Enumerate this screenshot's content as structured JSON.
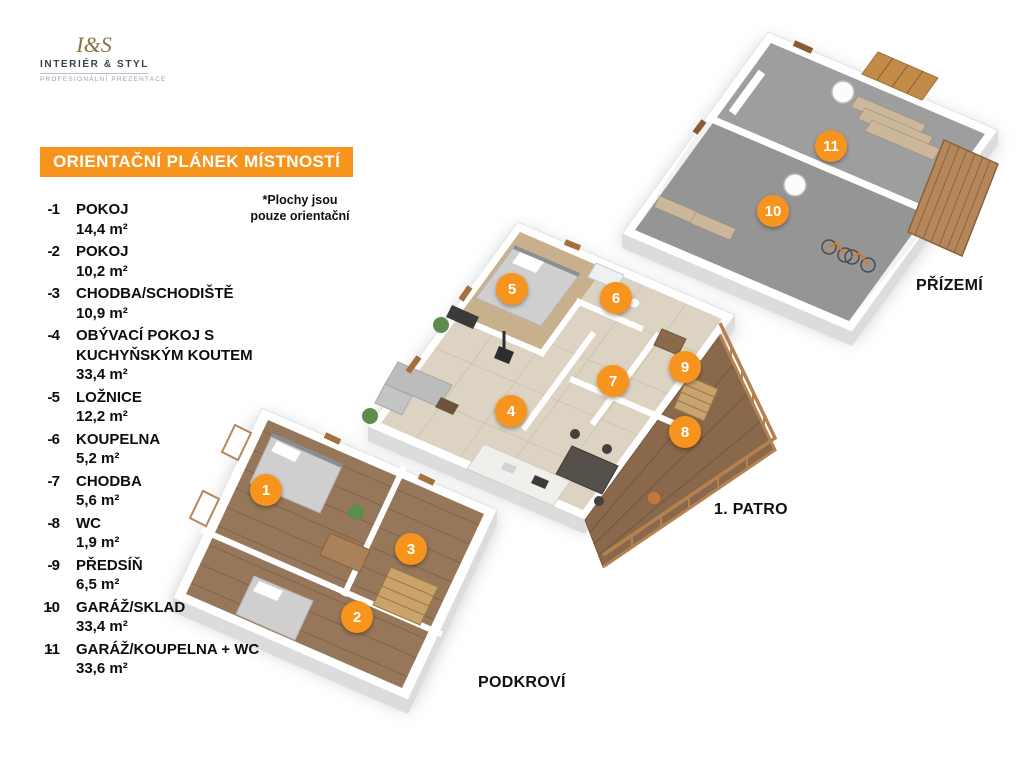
{
  "logo": {
    "monogram": "I&S",
    "name": "INTERIÉR & STYL",
    "tagline": "PROFESIONÁLNÍ PREZENTACE"
  },
  "header": {
    "title": "ORIENTAČNÍ PLÁNEK MÍSTNOSTÍ",
    "note": "*Plochy jsou pouze orientační"
  },
  "legend": {
    "separator": "-",
    "items": [
      {
        "num": "1",
        "name": "POKOJ",
        "area": "14,4 m²"
      },
      {
        "num": "2",
        "name": "POKOJ",
        "area": "10,2 m²"
      },
      {
        "num": "3",
        "name": "CHODBA/SCHODIŠTĚ",
        "area": "10,9 m²"
      },
      {
        "num": "4",
        "name": "OBÝVACÍ POKOJ S KUCHYŇSKÝM KOUTEM",
        "area": "33,4 m²"
      },
      {
        "num": "5",
        "name": "LOŽNICE",
        "area": "12,2 m²"
      },
      {
        "num": "6",
        "name": "KOUPELNA",
        "area": "5,2 m²"
      },
      {
        "num": "7",
        "name": "CHODBA",
        "area": "5,6 m²"
      },
      {
        "num": "8",
        "name": "WC",
        "area": "1,9 m²"
      },
      {
        "num": "9",
        "name": "PŘEDSÍŇ",
        "area": "6,5 m²"
      },
      {
        "num": "10",
        "name": "GARÁŽ/SKLAD",
        "area": "33,4 m²"
      },
      {
        "num": "11",
        "name": "GARÁŽ/KOUPELNA + WC",
        "area": "33,6 m²"
      }
    ]
  },
  "floors": {
    "prizemi": {
      "label": "PŘÍZEMÍ",
      "markers": [
        "10",
        "11"
      ]
    },
    "patro": {
      "label": "1. PATRO",
      "markers": [
        "4",
        "5",
        "6",
        "7",
        "8",
        "9"
      ]
    },
    "podkrovi": {
      "label": "PODKROVÍ",
      "markers": [
        "1",
        "2",
        "3"
      ]
    }
  },
  "colors": {
    "accent_orange": "#F7941D",
    "text_dark": "#111111",
    "floor_gray": "#9E9E9E",
    "floor_wood": "#97775A",
    "floor_tile": "#DDD3C2",
    "deck_wood": "#8A684C"
  }
}
